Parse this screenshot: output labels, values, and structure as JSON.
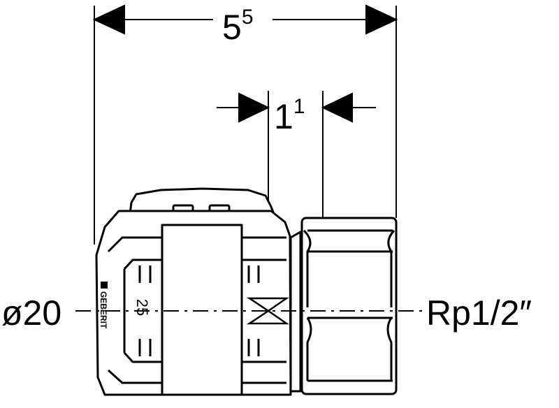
{
  "dimensions": {
    "overall": {
      "base": "5",
      "sup": "5"
    },
    "offset": {
      "base": "1",
      "sup": "1"
    }
  },
  "labels": {
    "left": "ø20",
    "right": "Rp1/2″"
  },
  "part": {
    "brand": "GEBERIT",
    "size": "25"
  },
  "colors": {
    "line": "#000000",
    "fill": "#ffffff"
  }
}
